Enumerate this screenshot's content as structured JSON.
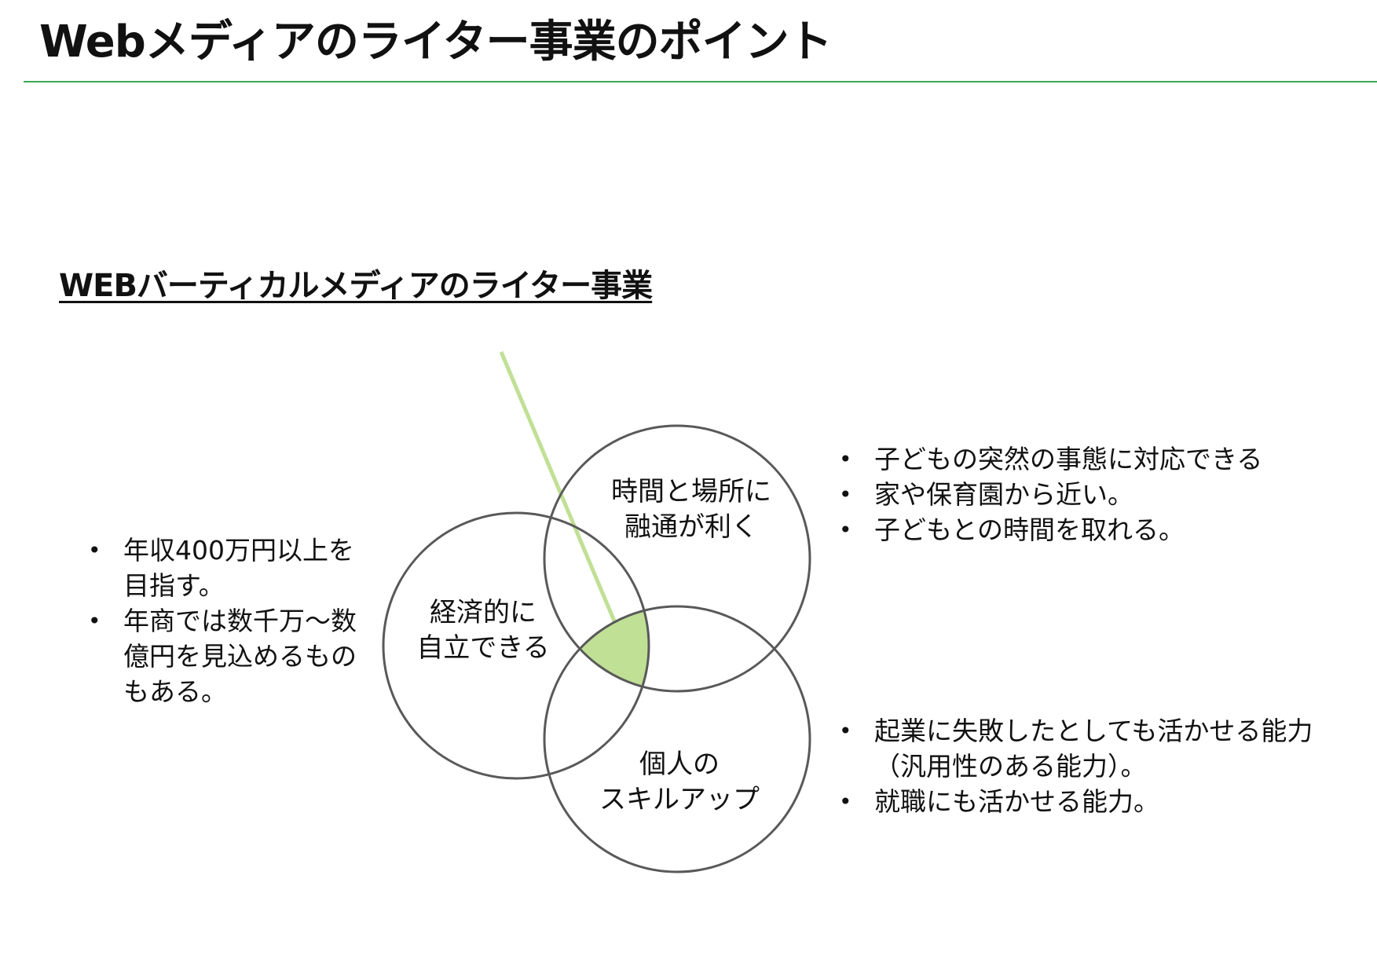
{
  "header": {
    "title": "Webメディアのライター事業のポイント"
  },
  "section": {
    "subtitle": "WEBバーティカルメディアのライター事業"
  },
  "venn": {
    "circles": [
      {
        "id": "time-place",
        "lines": [
          "時間と場所に",
          "融通が利く"
        ]
      },
      {
        "id": "economic",
        "lines": [
          "経済的に",
          "自立できる"
        ]
      },
      {
        "id": "skill",
        "lines": [
          "個人の",
          "スキルアップ"
        ]
      }
    ],
    "highlight_color": "#c0e095",
    "pointer_color": "#c0e095",
    "outline_color": "#595959"
  },
  "bullets": {
    "left": [
      "年収400万円以上を目指す。",
      "年商では数千万～数億円を見込めるものもある。"
    ],
    "top_right": [
      "子どもの突然の事態に対応できる",
      "家や保育園から近い。",
      "子どもとの時間を取れる。"
    ],
    "bottom_right": [
      "起業に失敗したとしても活かせる能力（汎用性のある能力）。",
      "就職にも活かせる能力。"
    ]
  },
  "colors": {
    "rule": "#3aa655"
  }
}
